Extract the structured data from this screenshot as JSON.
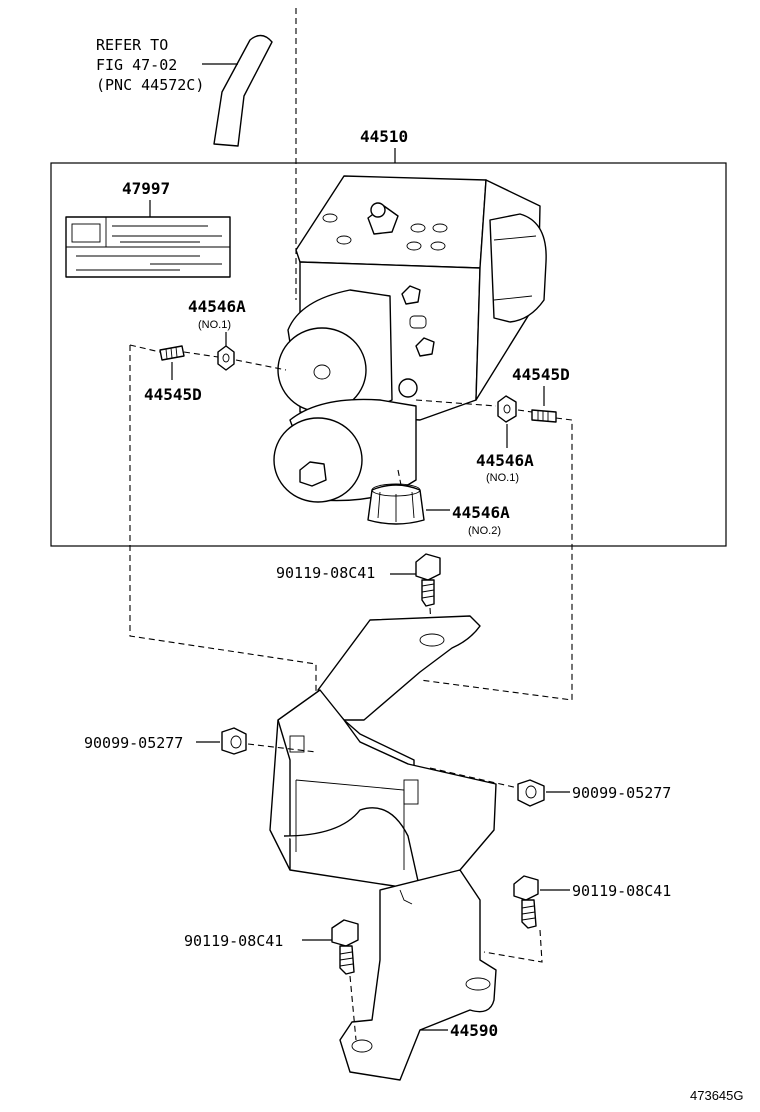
{
  "reference_note": {
    "line1": "REFER TO",
    "line2": "FIG 47-02",
    "line3": "(PNC 44572C)"
  },
  "labels": {
    "actuator_assy": "44510",
    "caution_plate": "47997",
    "bracket_assy": "44590",
    "cushion_no1_upper": "44546A",
    "cushion_no1_upper_sub": "(NO.1)",
    "stud_left": "44545D",
    "stud_right": "44545D",
    "cushion_no1_right": "44546A",
    "cushion_no1_right_sub": "(NO.1)",
    "cushion_no2": "44546A",
    "cushion_no2_sub": "(NO.2)",
    "bolt_top": "90119-08C41",
    "nut_left": "90099-05277",
    "nut_right": "90099-05277",
    "bolt_right": "90119-08C41",
    "bolt_left": "90119-08C41"
  },
  "figure_id": "473645G",
  "colors": {
    "ink": "#000000",
    "paper": "#ffffff"
  }
}
